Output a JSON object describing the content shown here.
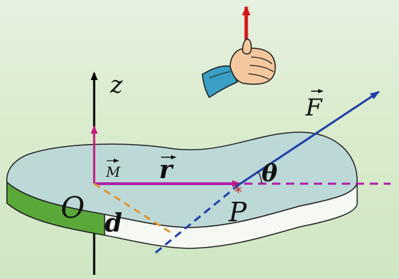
{
  "labels": {
    "axis_z": "z",
    "moment": "M",
    "position": "r",
    "angle": "θ",
    "origin": "O",
    "distance": "d",
    "point": "P",
    "force": "F",
    "point_marker": "*"
  },
  "colors": {
    "background": "#d9ebcf",
    "plate_top": "#bcd9d8",
    "plate_edge": "#5aa83a",
    "plate_outline": "#222222",
    "force_vector": "#1f3fa8",
    "position_vector": "#b020a8",
    "moment_vector": "#c2187a",
    "distance_line": "#e0962e",
    "thumb_arrow": "#d01818",
    "hand_skin": "#f3c89e",
    "sleeve": "#3a9fc4"
  },
  "icons": [
    "right-hand-rule-icon"
  ]
}
